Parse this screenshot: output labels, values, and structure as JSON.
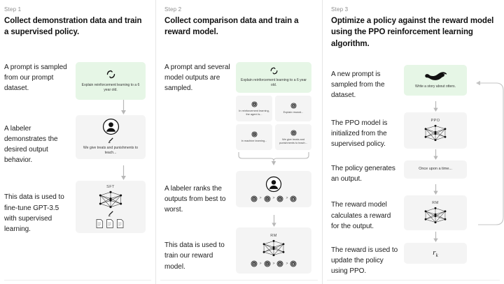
{
  "colors": {
    "green_prompt_bg": "#e6f6e6",
    "node_bg": "#f4f4f4",
    "divider": "#e6e6e6",
    "step_label": "#8d8d8d",
    "text": "#1a1a1a"
  },
  "steps": [
    {
      "label": "Step 1",
      "title": "Collect demonstration data and train a supervised policy.",
      "rows": [
        {
          "desc": "A prompt is sampled from our prompt dataset.",
          "node": {
            "kind": "prompt",
            "icon": "recycle-icon",
            "caption": "Explain reinforcement learning to a 6 year old."
          }
        },
        {
          "desc": "A labeler demonstrates the desired output behavior.",
          "node": {
            "kind": "labeler",
            "icon": "person-icon",
            "caption": "We give treats and punishments to teach..."
          }
        },
        {
          "desc": "This data is used to fine-tune GPT-3.5 with supervised learning.",
          "node": {
            "kind": "model",
            "tag": "SFT",
            "icon": "neural-net-icon",
            "sub_icon": "documents-icon"
          }
        }
      ]
    },
    {
      "label": "Step 2",
      "title": "Collect comparison data and train a reward model.",
      "rows": [
        {
          "desc": "A prompt and several model outputs are sampled.",
          "node": {
            "kind": "prompt",
            "icon": "recycle-icon",
            "caption": "Explain reinforcement learning to a 6 year old."
          },
          "options": [
            {
              "badge": "A",
              "text": "In reinforcement learning, the agent is..."
            },
            {
              "badge": "B",
              "text": "Explain reward..."
            },
            {
              "badge": "C",
              "text": "In machine learning..."
            },
            {
              "badge": "D",
              "text": "We give treats and punishments to teach..."
            }
          ]
        },
        {
          "desc": "A labeler ranks the outputs from best to worst.",
          "node": {
            "kind": "labeler-rank",
            "icon": "person-icon",
            "ranking": [
              "D",
              "C",
              "A",
              "B"
            ]
          }
        },
        {
          "desc": "This data is used to train our reward model.",
          "node": {
            "kind": "model-rank",
            "tag": "RM",
            "icon": "neural-net-icon",
            "ranking": [
              "D",
              "C",
              "A",
              "B"
            ]
          }
        }
      ]
    },
    {
      "label": "Step 3",
      "title": "Optimize a policy against the reward model using the PPO reinforcement learning algorithm.",
      "rows": [
        {
          "desc": "A new prompt is sampled from the dataset.",
          "node": {
            "kind": "prompt-otter",
            "icon": "otter-icon",
            "caption": "Write a story about otters."
          }
        },
        {
          "desc": "The PPO model is initialized from the supervised policy.",
          "node": {
            "kind": "model",
            "tag": "PPO",
            "icon": "neural-net-icon"
          }
        },
        {
          "desc": "The policy generates an output.",
          "node": {
            "kind": "text-output",
            "caption": "Once upon a time..."
          }
        },
        {
          "desc": "The reward model calculates a reward for the output.",
          "node": {
            "kind": "model",
            "tag": "RM",
            "icon": "neural-net-icon"
          }
        },
        {
          "desc": "The reward is used to update the policy using PPO.",
          "node": {
            "kind": "reward",
            "symbol": "r",
            "subscript": "k"
          }
        }
      ],
      "feedback_loop": "update-loop-arrow"
    }
  ]
}
